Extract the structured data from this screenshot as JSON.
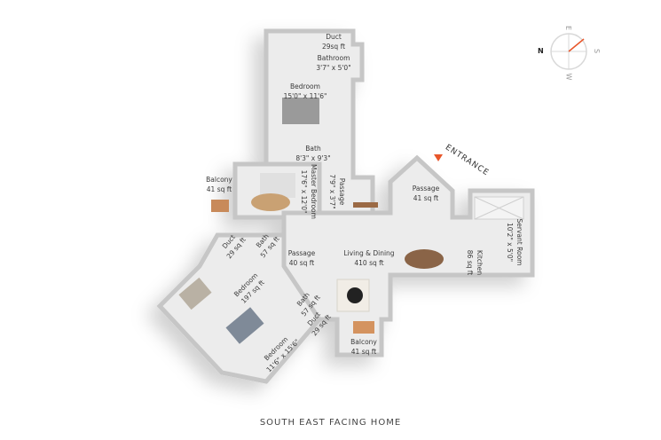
{
  "title": "SOUTH EAST FACING HOME",
  "entrance_label": "ENTRANCE",
  "colors": {
    "wall": "#c9c9c9",
    "floor": "#eeeeee",
    "accent": "#e8562a",
    "wood": "#9b6a45"
  },
  "compass": {
    "north": "N",
    "east": "E",
    "south": "S",
    "west": "W"
  },
  "rooms": {
    "duct_top": {
      "name": "Duct",
      "size": "29sq ft"
    },
    "bathroom_top": {
      "name": "Bathroom",
      "size": "3'7\" x 5'0\""
    },
    "bedroom_top": {
      "name": "Bedroom",
      "size": "15'0\" x 11'6\""
    },
    "bath_mid": {
      "name": "Bath",
      "size": "8'3\" x 9'3\""
    },
    "balcony_left": {
      "name": "Balcony",
      "size": "41 sq ft"
    },
    "master_bedroom": {
      "name": "Master Bedroom",
      "size": "17'6\" x 12'0\""
    },
    "passage_vertical": {
      "name": "Passage",
      "size": "7'9\" x 3'7\""
    },
    "passage_entrance": {
      "name": "Passage",
      "size": "41 sq ft"
    },
    "servant_room": {
      "name": "Servant Room",
      "size": "10'2\" x 5'0\""
    },
    "kitchen": {
      "name": "Kitchen",
      "size": "86 sq ft"
    },
    "living_dining": {
      "name": "Living & Dining",
      "size": "410 sq ft"
    },
    "passage_lower": {
      "name": "Passage",
      "size": "40 sq ft"
    },
    "duct_left": {
      "name": "Duct",
      "size": "29 sq ft"
    },
    "bath_left": {
      "name": "Bath",
      "size": "57 sq ft"
    },
    "bedroom_197": {
      "name": "Bedroom",
      "size": "197 sq ft"
    },
    "bath_lower": {
      "name": "Bath",
      "size": "57 sq ft"
    },
    "duct_lower": {
      "name": "Duct",
      "size": "29 sq ft"
    },
    "bedroom_lower": {
      "name": "Bedroom",
      "size": "11'6\" x 15'6\""
    },
    "balcony_lower": {
      "name": "Balcony",
      "size": "41 sq ft"
    }
  }
}
